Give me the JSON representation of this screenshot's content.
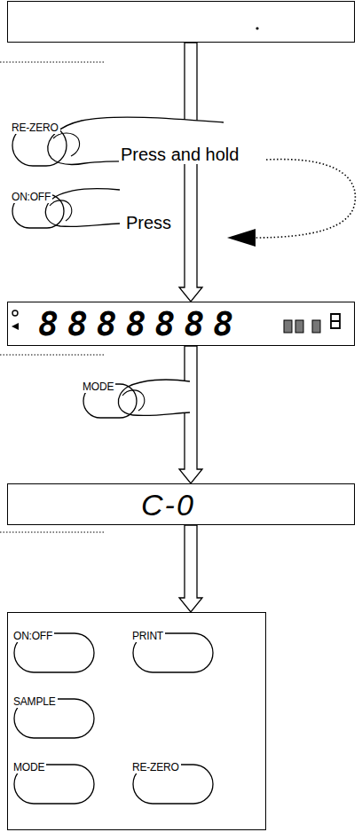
{
  "diagram": {
    "nodes": [
      {
        "text": []
      },
      {
        "text": [
          "RE-ZERO"
        ]
      },
      {
        "text": [
          "ON:OFF"
        ]
      },
      {
        "text": [
          "8888888"
        ]
      },
      {
        "text": [
          "MODE"
        ]
      },
      {
        "text": [
          "C-0"
        ]
      },
      {
        "text": []
      },
      {
        "text": [
          "ON:OFF"
        ],
        "in": 6
      },
      {
        "text": [
          "PRINT"
        ],
        "in": 6
      },
      {
        "text": [
          "SAMPLE"
        ],
        "in": 6
      },
      {
        "text": [
          "MODE"
        ],
        "in": 6
      },
      {
        "text": [
          "RE-ZERO"
        ],
        "in": 6
      }
    ],
    "edges": [
      {
        "from": 0,
        "to": 3,
        "arrow": "to"
      },
      {
        "from": 3,
        "to": 5,
        "arrow": "to"
      },
      {
        "from": 5,
        "to": 6,
        "arrow": "to"
      }
    ],
    "labels": [
      "Press and hold",
      "Press"
    ]
  }
}
